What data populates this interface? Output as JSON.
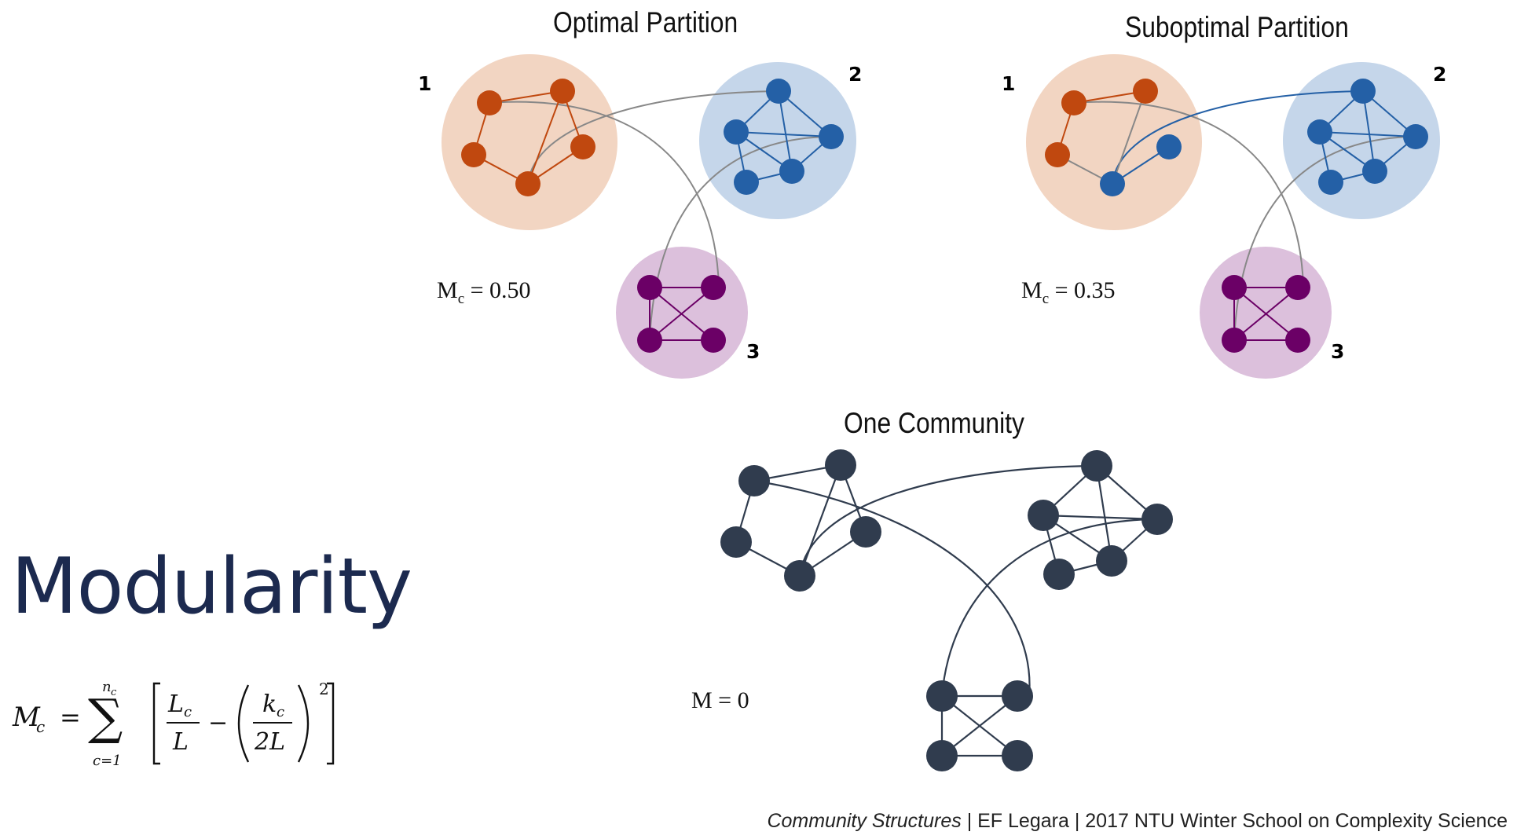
{
  "titles": {
    "optimal": "Optimal Partition",
    "suboptimal": "Suboptimal Partition",
    "one": "One Community"
  },
  "community_labels": {
    "c1": "1",
    "c2": "2",
    "c3": "3"
  },
  "values": {
    "optimal_prefix": "M",
    "optimal_sub": "c",
    "optimal_rest": " = 0.50",
    "suboptimal_prefix": "M",
    "suboptimal_sub": "c",
    "suboptimal_rest": " = 0.35",
    "one": "M = 0"
  },
  "heading": "Modularity",
  "formula": {
    "lhs": "M",
    "lhs_sub": "c",
    "eq": "=",
    "sum_top": "n",
    "sum_top_sub": "c",
    "sum_bottom": "c=1",
    "Lc": "L",
    "Lc_sub": "c",
    "L": "L",
    "minus": "−",
    "kc": "k",
    "kc_sub": "c",
    "twoL": "2L",
    "power": "2"
  },
  "footer": {
    "italic": "Community Structures",
    "rest": " | EF Legara | 2017 NTU Winter School on Complexity Science"
  },
  "colors": {
    "orange": "#c0480f",
    "orange_bg": "#f2d5c2",
    "blue": "#2460a6",
    "blue_bg": "#c5d6ea",
    "purple": "#6b0066",
    "purple_bg": "#dcc0dc",
    "dark": "#303c4e",
    "gray_edge": "#888888",
    "heading": "#1c2a4f"
  }
}
